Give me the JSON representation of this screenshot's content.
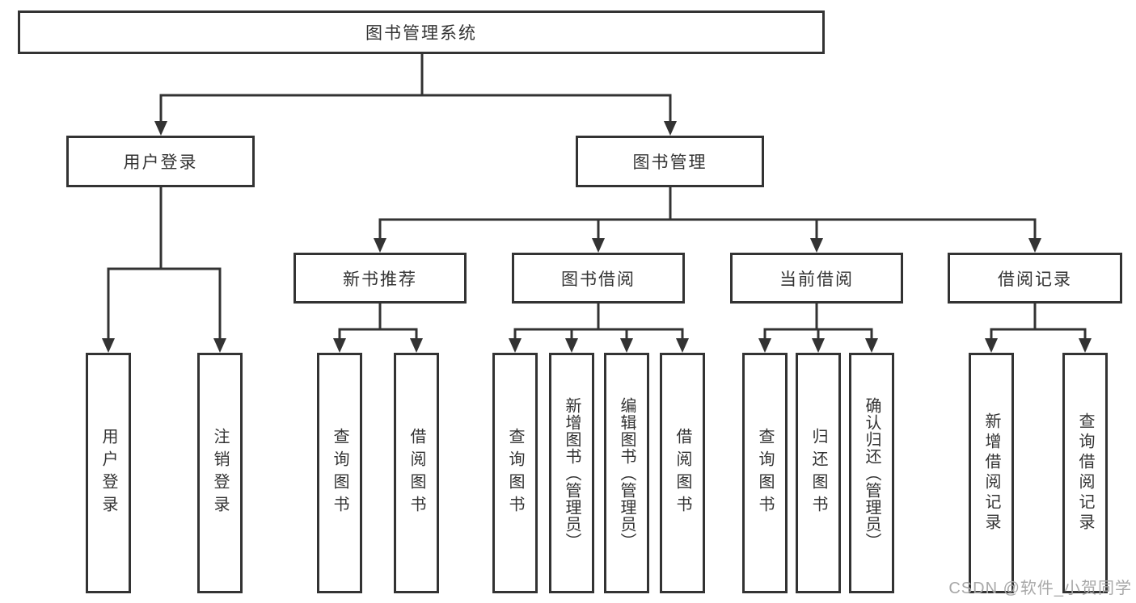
{
  "colors": {
    "line": "#333333",
    "text": "#333333",
    "box-bg": "#ffffff",
    "background": "#ffffff",
    "watermark": "#a8a8a8"
  },
  "diagram": {
    "root": {
      "label": "图书管理系统"
    },
    "level2": [
      {
        "label": "用户登录"
      },
      {
        "label": "图书管理"
      }
    ],
    "level3": [
      {
        "label": "新书推荐",
        "parent": "图书管理"
      },
      {
        "label": "图书借阅",
        "parent": "图书管理"
      },
      {
        "label": "当前借阅",
        "parent": "图书管理"
      },
      {
        "label": "借阅记录",
        "parent": "图书管理"
      }
    ],
    "leaves": [
      {
        "label": "用户登录",
        "parent": "用户登录"
      },
      {
        "label": "注销登录",
        "parent": "用户登录"
      },
      {
        "label": "查询图书",
        "parent": "新书推荐"
      },
      {
        "label": "借阅图书",
        "parent": "新书推荐"
      },
      {
        "label": "查询图书",
        "parent": "图书借阅"
      },
      {
        "label": "新增图书（管理员）",
        "parent": "图书借阅"
      },
      {
        "label": "编辑图书（管理员）",
        "parent": "图书借阅"
      },
      {
        "label": "借阅图书",
        "parent": "图书借阅"
      },
      {
        "label": "查询图书",
        "parent": "当前借阅"
      },
      {
        "label": "归还图书",
        "parent": "当前借阅"
      },
      {
        "label": "确认归还（管理员）",
        "parent": "当前借阅"
      },
      {
        "label": "新增借阅记录",
        "parent": "借阅记录"
      },
      {
        "label": "查询借阅记录",
        "parent": "借阅记录"
      }
    ]
  },
  "watermark": {
    "text": "CSDN @软件_小贺同学"
  }
}
